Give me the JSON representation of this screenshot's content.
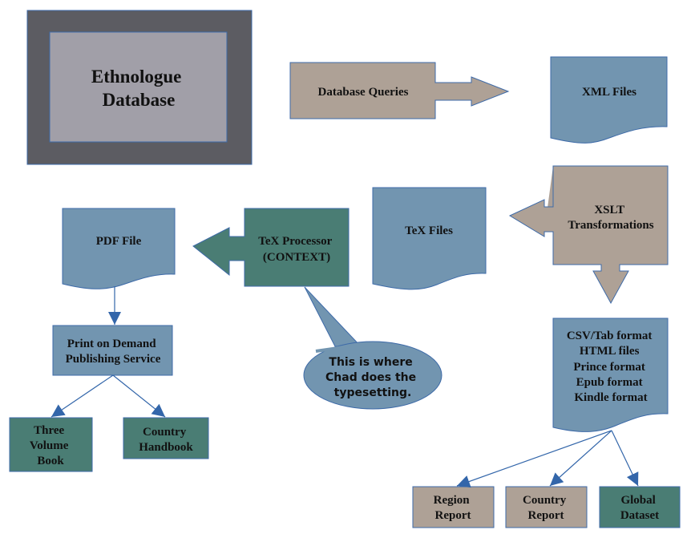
{
  "diagram": {
    "title": "Ethnologue publishing workflow",
    "colors": {
      "outline": "#3d6aa8",
      "database_outer": "#5c5c62",
      "database_inner": "#a19fa8",
      "taupe": "#aea196",
      "steel_blue": "#7295b0",
      "teal": "#4a7d74",
      "connector": "#3366aa"
    },
    "nodes": {
      "database": {
        "lines": [
          "Ethnologue",
          "Database"
        ]
      },
      "queries": {
        "lines": [
          "Database Queries"
        ]
      },
      "xml": {
        "lines": [
          "XML Files"
        ]
      },
      "xslt": {
        "lines": [
          "XSLT",
          "Transformations"
        ]
      },
      "tex_files": {
        "lines": [
          "TeX Files"
        ]
      },
      "tex_processor": {
        "lines": [
          "TeX Processor",
          "(CONTEXT)"
        ]
      },
      "pdf": {
        "lines": [
          "PDF File"
        ]
      },
      "pod": {
        "lines": [
          "Print on Demand",
          "Publishing Service"
        ]
      },
      "three_volume": {
        "lines": [
          "Three",
          "Volume",
          "Book"
        ]
      },
      "country_handbook": {
        "lines": [
          "Country",
          "Handbook"
        ]
      },
      "formats": {
        "lines": [
          "CSV/Tab format",
          "HTML files",
          "Prince format",
          "Epub format",
          "Kindle format"
        ]
      },
      "region_report": {
        "lines": [
          "Region",
          "Report"
        ]
      },
      "country_report": {
        "lines": [
          "Country",
          "Report"
        ]
      },
      "global_dataset": {
        "lines": [
          "Global",
          "Dataset"
        ]
      },
      "callout": {
        "lines": [
          "This is where",
          "Chad does the",
          "typesetting."
        ]
      }
    },
    "edges": [
      {
        "from": "PDF File",
        "to": "Print on Demand Publishing Service"
      },
      {
        "from": "Print on Demand Publishing Service",
        "to": "Three Volume Book"
      },
      {
        "from": "Print on Demand Publishing Service",
        "to": "Country Handbook"
      },
      {
        "from": "CSV/Tab format ... Kindle format",
        "to": "Region Report"
      },
      {
        "from": "CSV/Tab format ... Kindle format",
        "to": "Country Report"
      },
      {
        "from": "CSV/Tab format ... Kindle format",
        "to": "Global Dataset"
      }
    ]
  }
}
